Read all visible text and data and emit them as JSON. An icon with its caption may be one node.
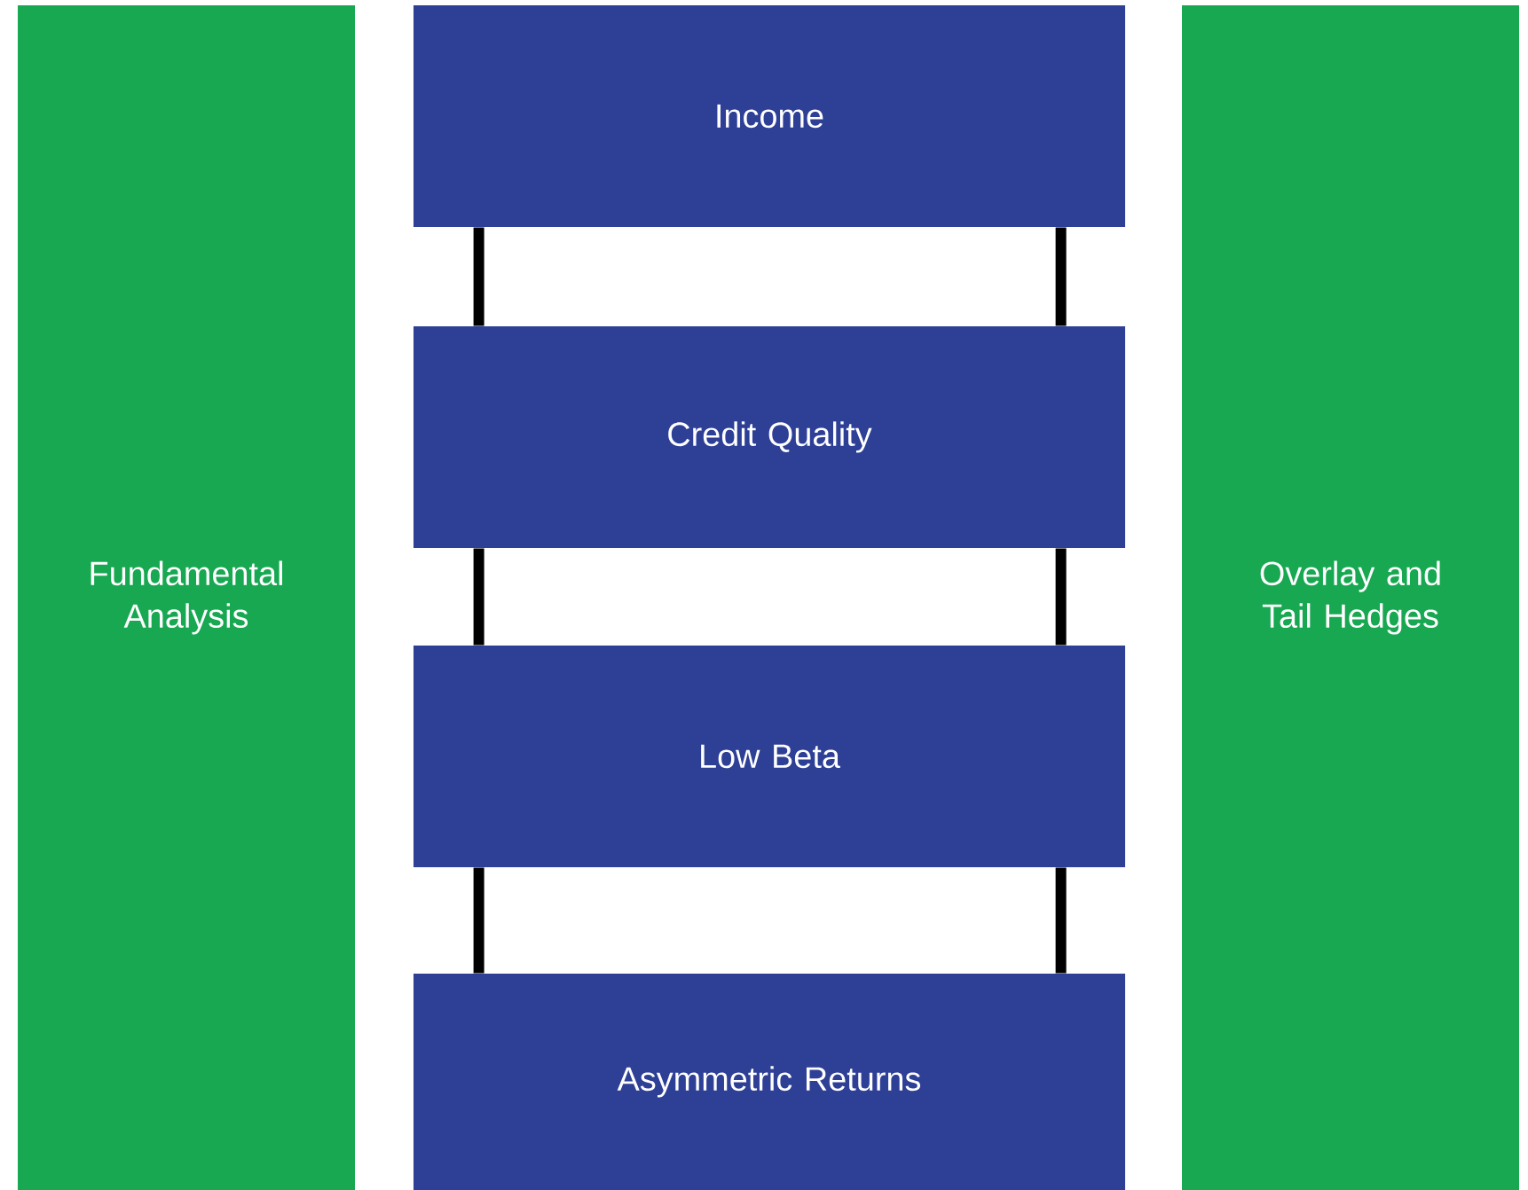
{
  "diagram": {
    "nodes": [
      {
        "text": [
          "Fundamental Analysis"
        ]
      },
      {
        "text": [
          "Income"
        ]
      },
      {
        "text": [
          "Credit Quality"
        ]
      },
      {
        "text": [
          "Low Beta"
        ]
      },
      {
        "text": [
          "Asymmetric Returns"
        ]
      },
      {
        "text": [
          "Overlay and Tail Hedges"
        ]
      }
    ],
    "edges": [
      {
        "from": 1,
        "to": 2,
        "arrow": "none"
      },
      {
        "from": 1,
        "to": 2,
        "arrow": "none"
      },
      {
        "from": 2,
        "to": 3,
        "arrow": "none"
      },
      {
        "from": 2,
        "to": 3,
        "arrow": "none"
      },
      {
        "from": 3,
        "to": 4,
        "arrow": "none"
      },
      {
        "from": 3,
        "to": 4,
        "arrow": "none"
      }
    ]
  }
}
